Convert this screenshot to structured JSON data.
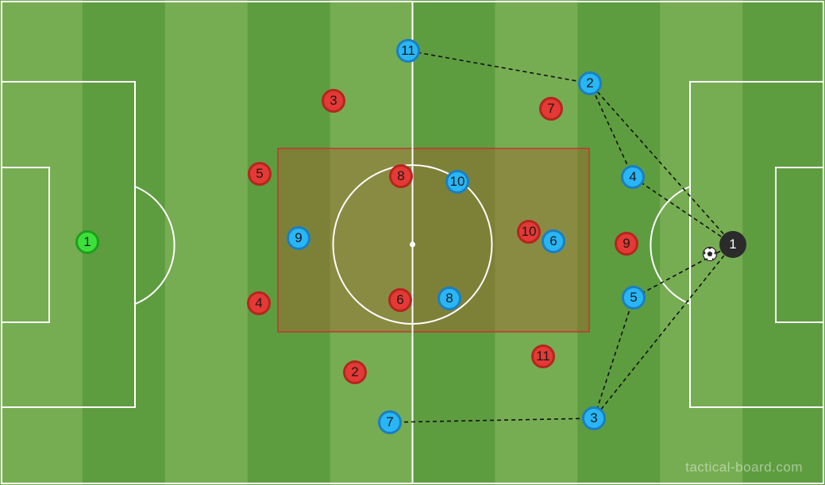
{
  "colors": {
    "stripe_light": "#76ad52",
    "stripe_dark": "#5e9c40",
    "line": "#ffffff",
    "zone_fill": "#a3622f",
    "zone_border": "#c0392b",
    "red_team": "#e53935",
    "blue_team": "#29b6f6",
    "gk_home": "#3de03a",
    "gk_away": "#2b2b2b"
  },
  "pitch": {
    "zone": "highlighted central pressing zone"
  },
  "players": {
    "gk_home": {
      "number": "1",
      "team": "green-goalkeeper"
    },
    "gk_away": {
      "number": "1",
      "team": "dark-goalkeeper"
    },
    "red": [
      "3",
      "5",
      "4",
      "2",
      "8",
      "6",
      "7",
      "10",
      "9",
      "11"
    ],
    "blue": [
      "11",
      "2",
      "4",
      "10",
      "9",
      "6",
      "8",
      "5",
      "3",
      "7"
    ]
  },
  "ball": {
    "icon": "soccer-ball-icon"
  },
  "passing_lines": [
    [
      "gk_away",
      "blue_4"
    ],
    [
      "gk_away",
      "blue_2"
    ],
    [
      "gk_away",
      "blue_5"
    ],
    [
      "gk_away",
      "blue_3"
    ],
    [
      "blue_4",
      "blue_2"
    ],
    [
      "blue_2",
      "blue_11"
    ],
    [
      "blue_5",
      "blue_3"
    ],
    [
      "blue_3",
      "blue_7"
    ]
  ],
  "watermark": "tactical-board.com"
}
